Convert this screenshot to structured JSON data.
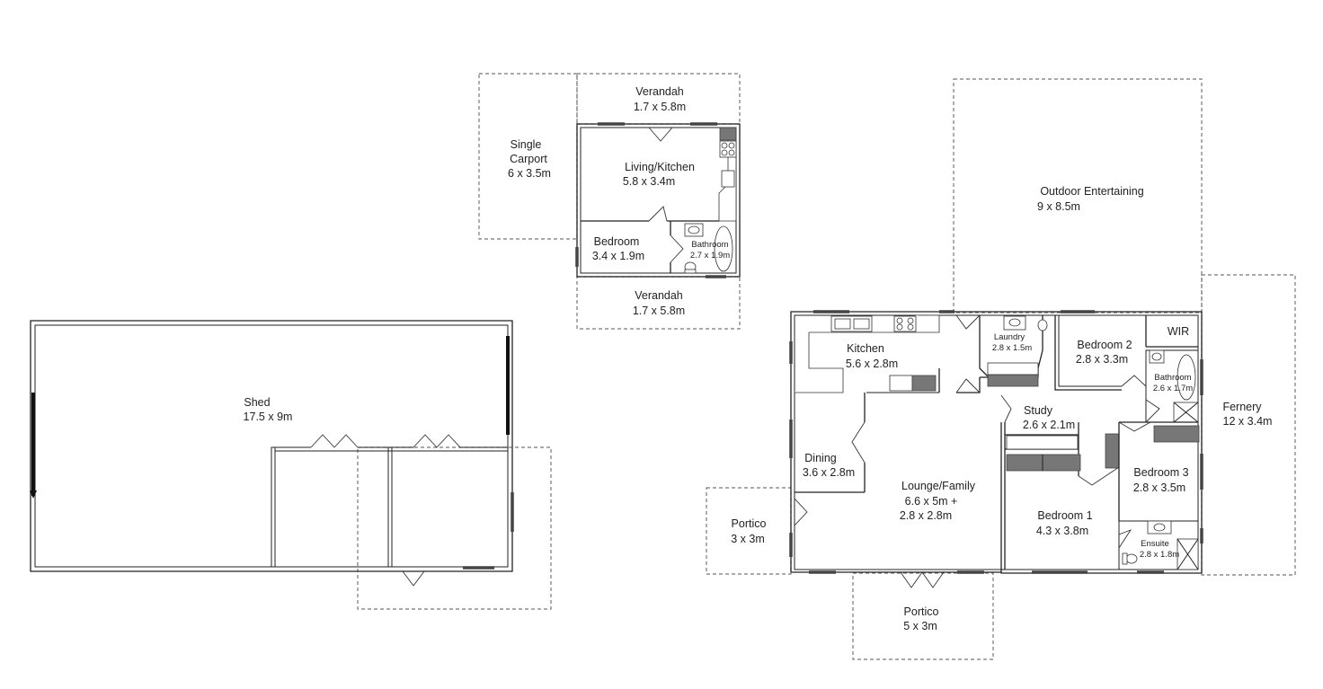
{
  "rooms": {
    "verandah_top": {
      "name": "Verandah",
      "size": "1.7 x 5.8m"
    },
    "carport": {
      "name_line1": "Single",
      "name_line2": "Carport",
      "size": "6 x 3.5m"
    },
    "living_kitchen": {
      "name": "Living/Kitchen",
      "size": "5.8 x 3.4m"
    },
    "bedroom_small": {
      "name": "Bedroom",
      "size": "3.4 x 1.9m"
    },
    "bathroom_small": {
      "name": "Bathroom",
      "size": "2.7 x 1.9m"
    },
    "verandah_bottom": {
      "name": "Verandah",
      "size": "1.7 x 5.8m"
    },
    "shed": {
      "name": "Shed",
      "size": "17.5 x 9m"
    },
    "outdoor_entertaining": {
      "name": "Outdoor Entertaining",
      "size": "9 x 8.5m"
    },
    "kitchen": {
      "name": "Kitchen",
      "size": "5.6 x 2.8m"
    },
    "laundry": {
      "name": "Laundry",
      "size": "2.8 x 1.5m"
    },
    "bedroom2": {
      "name": "Bedroom 2",
      "size": "2.8 x 3.3m"
    },
    "wir": {
      "name": "WIR"
    },
    "bathroom": {
      "name": "Bathroom",
      "size": "2.6 x 1.7m"
    },
    "fernery": {
      "name": "Fernery",
      "size": "12 x 3.4m"
    },
    "study": {
      "name": "Study",
      "size": "2.6 x 2.1m"
    },
    "dining": {
      "name": "Dining",
      "size": "3.6 x 2.8m"
    },
    "lounge": {
      "name": "Lounge/Family",
      "size_line1": "6.6 x 5m +",
      "size_line2": "2.8 x 2.8m"
    },
    "bedroom3": {
      "name": "Bedroom 3",
      "size": "2.8 x 3.5m"
    },
    "bedroom1": {
      "name": "Bedroom 1",
      "size": "4.3 x 3.8m"
    },
    "portico_left": {
      "name": "Portico",
      "size": "3 x 3m"
    },
    "ensuite": {
      "name": "Ensuite",
      "size": "2.8 x 1.8m"
    },
    "portico_front": {
      "name": "Portico",
      "size": "5 x 3m"
    }
  }
}
